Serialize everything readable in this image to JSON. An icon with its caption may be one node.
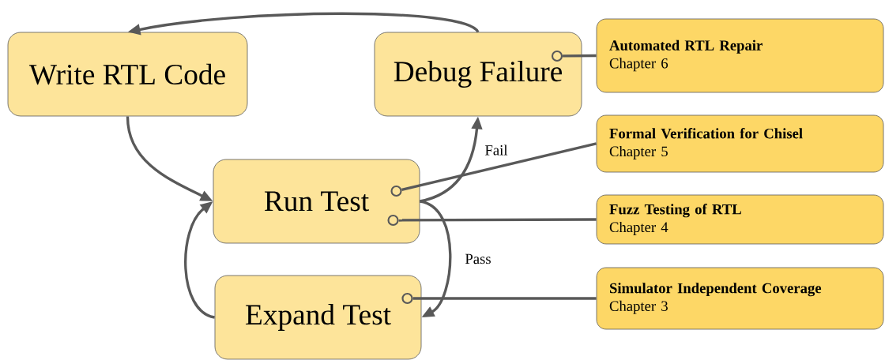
{
  "diagram": {
    "nodes": [
      {
        "text": [
          "Write RTL Code"
        ]
      },
      {
        "text": [
          "Debug Failure"
        ]
      },
      {
        "text": [
          "Run Test"
        ]
      },
      {
        "text": [
          "Expand Test"
        ]
      },
      {
        "text": [
          "Automated RTL Repair",
          "Chapter 6"
        ]
      },
      {
        "text": [
          "Formal Verification for Chisel",
          "Chapter 5"
        ]
      },
      {
        "text": [
          "Fuzz Testing of RTL",
          "Chapter 4"
        ]
      },
      {
        "text": [
          "Simulator Independent Coverage",
          "Chapter 3"
        ]
      },
      {
        "text": [],
        "shape": "circle",
        "in": 1
      },
      {
        "text": [],
        "shape": "circle",
        "in": 2
      },
      {
        "text": [],
        "shape": "circle",
        "in": 2
      },
      {
        "text": [],
        "shape": "circle",
        "in": 3
      }
    ],
    "edges": [
      {
        "from": 1,
        "to": 0,
        "arrow": "to"
      },
      {
        "from": 0,
        "to": 2,
        "arrow": "to"
      },
      {
        "from": 2,
        "to": 1,
        "arrow": "to",
        "label": "Fail"
      },
      {
        "from": 2,
        "to": 3,
        "arrow": "to",
        "label": "Pass"
      },
      {
        "from": 3,
        "to": 2,
        "arrow": "to"
      },
      {
        "from": 4,
        "to": 8,
        "arrow": "none"
      },
      {
        "from": 5,
        "to": 9,
        "arrow": "none"
      },
      {
        "from": 6,
        "to": 10,
        "arrow": "none"
      },
      {
        "from": 7,
        "to": 11,
        "arrow": "none"
      }
    ]
  }
}
